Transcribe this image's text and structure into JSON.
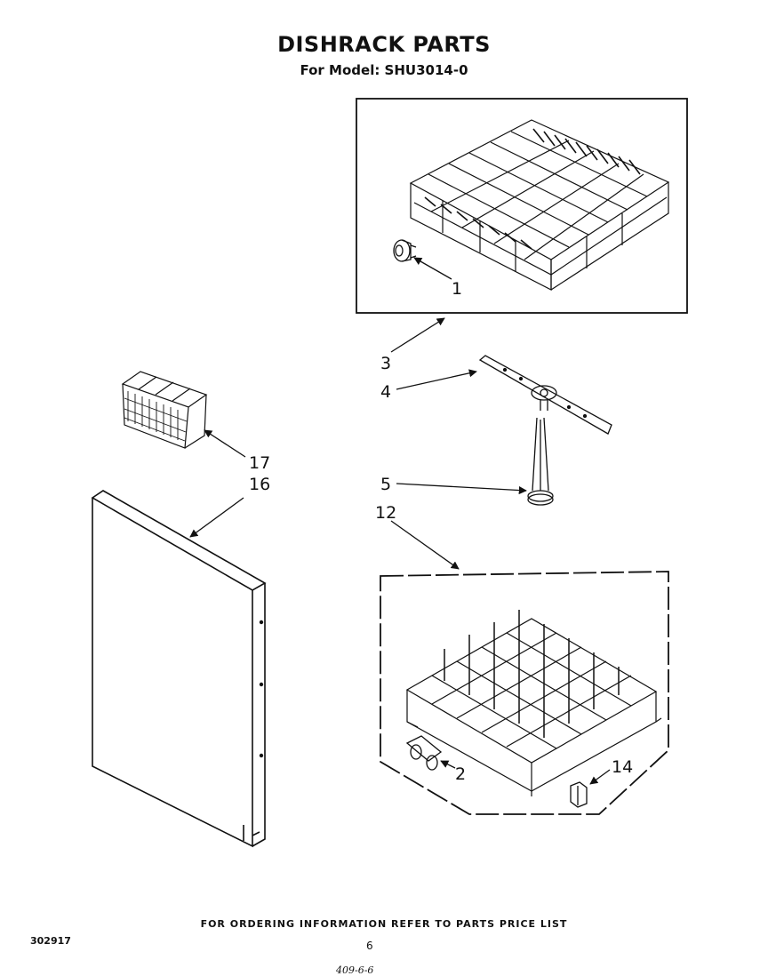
{
  "header": {
    "title": "DISHRACK PARTS",
    "model_line": "For Model: SHU3014-0"
  },
  "footer": {
    "ordering_info": "FOR ORDERING INFORMATION REFER TO PARTS PRICE LIST",
    "doc_number": "302917",
    "page_number": "6",
    "handwritten_note": "409-6-6"
  },
  "callouts": [
    {
      "id": "c1",
      "label": "1"
    },
    {
      "id": "c2",
      "label": "2"
    },
    {
      "id": "c3",
      "label": "3"
    },
    {
      "id": "c4",
      "label": "4"
    },
    {
      "id": "c5",
      "label": "5"
    },
    {
      "id": "c12",
      "label": "12"
    },
    {
      "id": "c14",
      "label": "14"
    },
    {
      "id": "c16",
      "label": "16"
    },
    {
      "id": "c17",
      "label": "17"
    }
  ],
  "parts": [
    {
      "label": "1",
      "name": "wheel"
    },
    {
      "label": "2",
      "name": "wheel"
    },
    {
      "label": "3",
      "name": "upper-dishrack"
    },
    {
      "label": "4",
      "name": "spray-arm"
    },
    {
      "label": "5",
      "name": "spray-tube"
    },
    {
      "label": "12",
      "name": "lower-dishrack"
    },
    {
      "label": "14",
      "name": "clip"
    },
    {
      "label": "16",
      "name": "panel"
    },
    {
      "label": "17",
      "name": "silverware-basket"
    }
  ]
}
